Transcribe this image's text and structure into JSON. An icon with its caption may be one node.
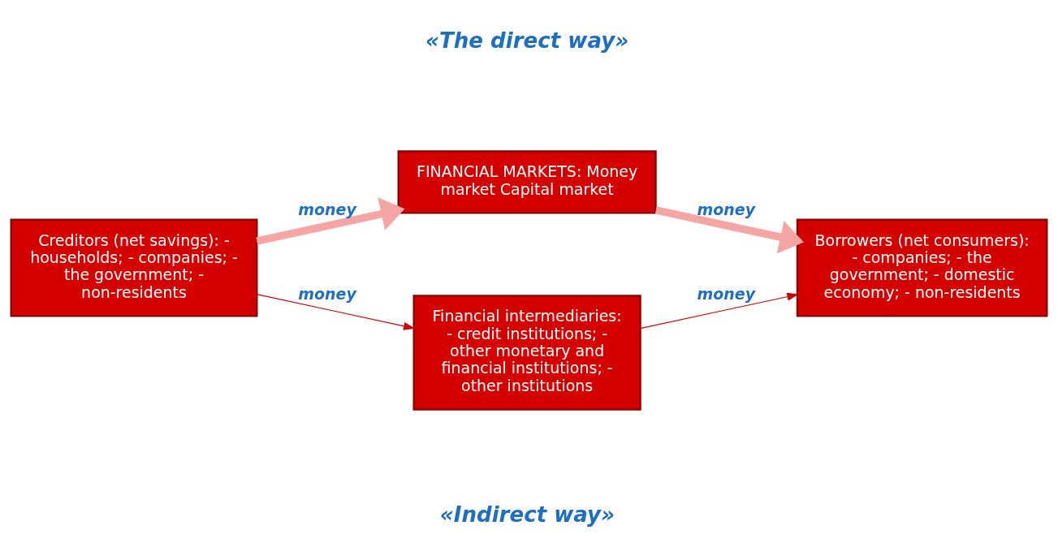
{
  "diagram": {
    "nodes": [
      {
        "text": [
          "Creditors (net savings): - households; - companies; - the government; - non-residents"
        ]
      },
      {
        "text": [
          "FINANCIAL MARKETS: Money market Capital market"
        ]
      },
      {
        "text": [
          "Borrowers (net consumers): - companies; - the government; - domestic economy; - non-residents"
        ]
      },
      {
        "text": [
          "Financial intermediaries: - credit institutions; - other monetary and financial institutions; - other institutions"
        ]
      }
    ],
    "edges": [
      {
        "from": 0,
        "to": 1,
        "arrow": "to",
        "label": "money",
        "style": "thick",
        "color": "#f6a5a5"
      },
      {
        "from": 1,
        "to": 2,
        "arrow": "to",
        "label": "money",
        "style": "thick",
        "color": "#f6a5a5"
      },
      {
        "from": 0,
        "to": 3,
        "arrow": "to",
        "label": "money",
        "color": "#cc0000"
      },
      {
        "from": 3,
        "to": 2,
        "arrow": "to",
        "label": "money",
        "color": "#cc0000"
      }
    ],
    "labels": [
      "«The direct way»",
      "«Indirect way»"
    ]
  }
}
